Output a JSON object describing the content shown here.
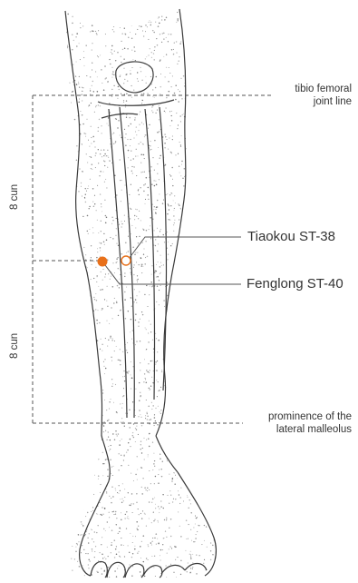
{
  "labels": {
    "joint_line_1": "tibio femoral",
    "joint_line_2": "joint line",
    "malleolus_1": "prominence of the",
    "malleolus_2": "lateral malleolus",
    "tiaokou": "Tiaokou ST-38",
    "fenglong": "Fenglong ST-40",
    "upper_cun": "8 cun",
    "lower_cun": "8 cun"
  },
  "colors": {
    "point_fill": "#e8701a",
    "point_open": "#e8701a",
    "line": "#555555",
    "outline": "#3a3a3a",
    "stipple": "#4a4a4a"
  }
}
